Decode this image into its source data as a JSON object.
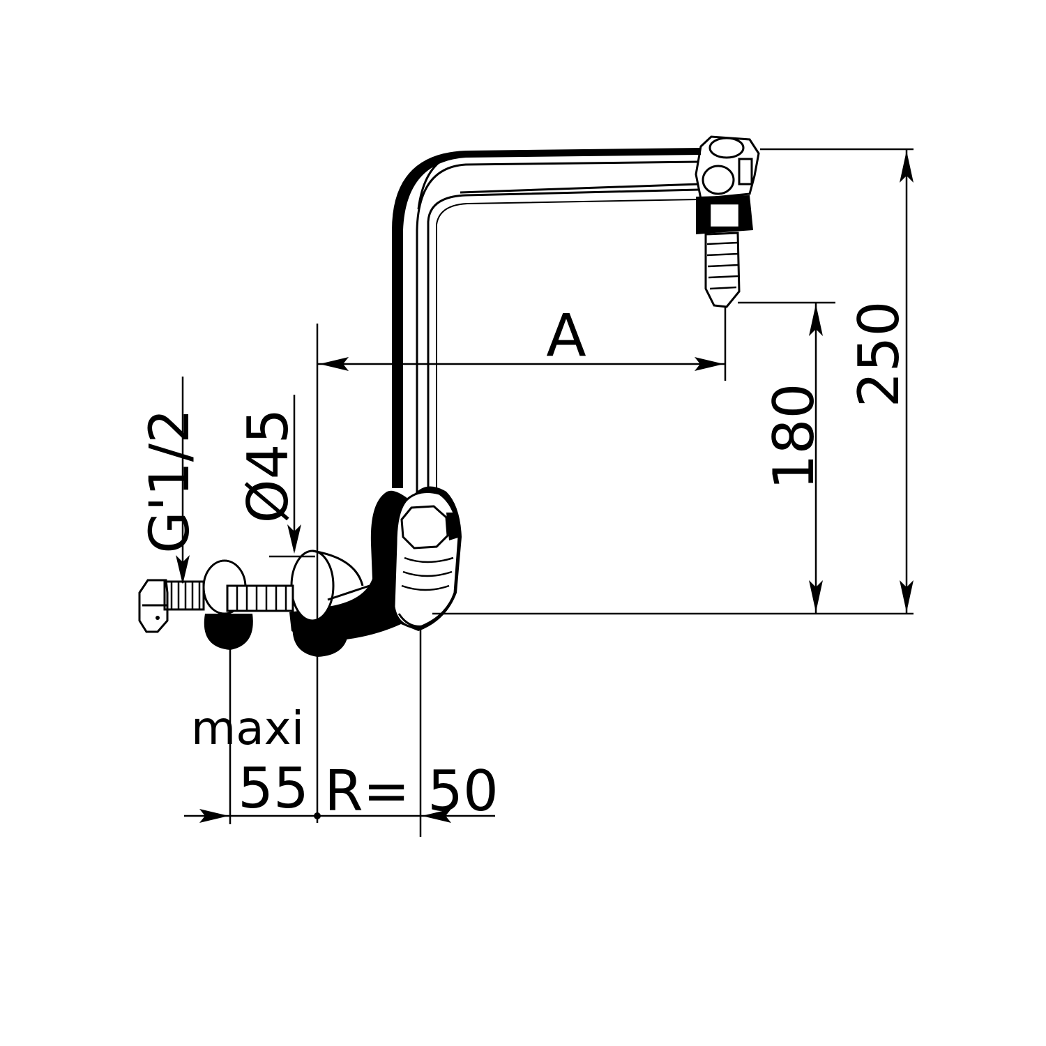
{
  "diagram": {
    "labels": {
      "dim_a": "A",
      "dim_250": "250",
      "dim_180": "180",
      "dim_thread": "G'1/2",
      "dim_dia": "Ø45",
      "dim_maxi": "maxi",
      "dim_55": "55",
      "dim_r50": "R= 50"
    },
    "colors": {
      "ink": "#000000",
      "paper": "#ffffff"
    }
  }
}
